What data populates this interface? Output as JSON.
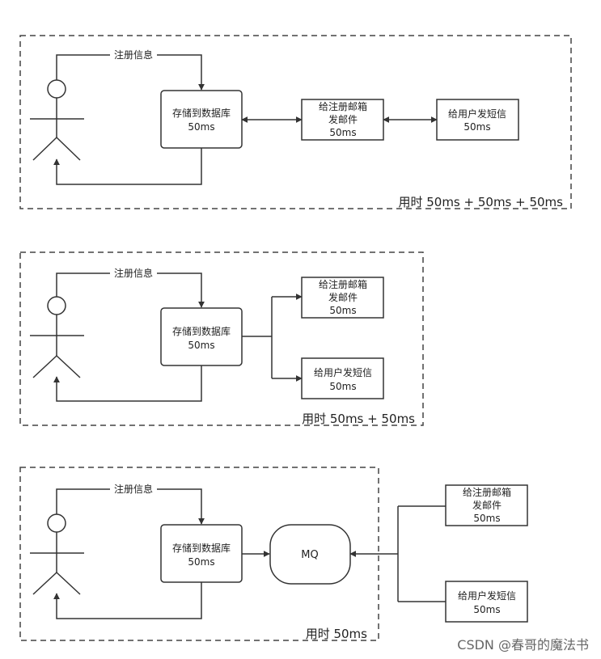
{
  "register_label": "注册信息",
  "watermark": "CSDN @春哥的魔法书",
  "diagrams": {
    "serial": {
      "store": [
        "存储到数据库",
        "50ms"
      ],
      "email": [
        "给注册邮箱",
        "发邮件",
        "50ms"
      ],
      "sms": [
        "给用户发短信",
        "50ms"
      ],
      "total": "用时 50ms + 50ms + 50ms"
    },
    "parallel": {
      "store": [
        "存储到数据库",
        "50ms"
      ],
      "email": [
        "给注册邮箱",
        "发邮件",
        "50ms"
      ],
      "sms": [
        "给用户发短信",
        "50ms"
      ],
      "total": "用时 50ms + 50ms"
    },
    "mq": {
      "store": [
        "存储到数据库",
        "50ms"
      ],
      "queue": "MQ",
      "email": [
        "给注册邮箱",
        "发邮件",
        "50ms"
      ],
      "sms": [
        "给用户发短信",
        "50ms"
      ],
      "total": "用时 50ms"
    }
  }
}
